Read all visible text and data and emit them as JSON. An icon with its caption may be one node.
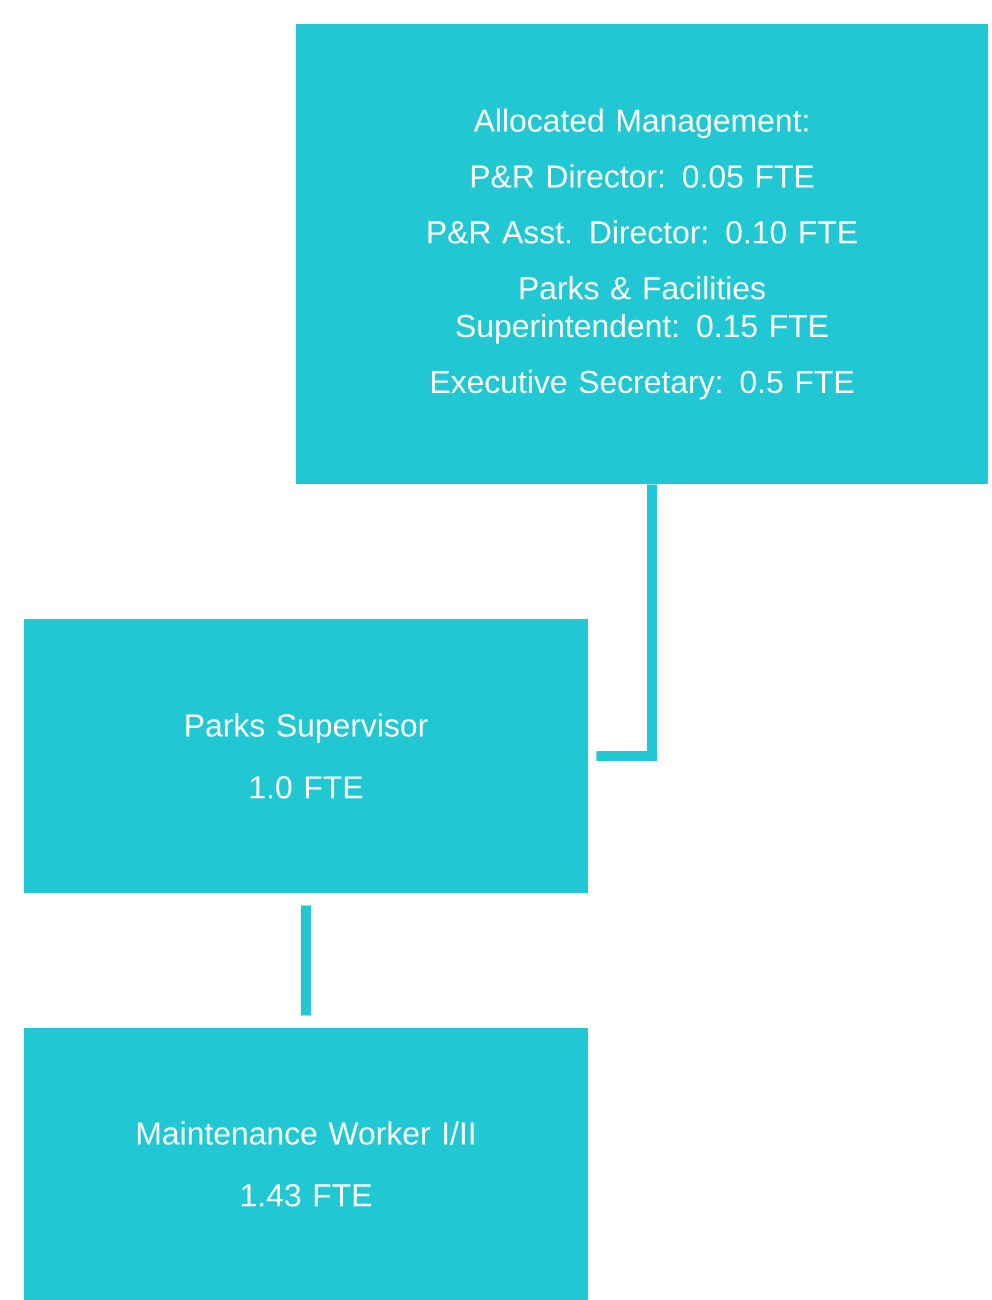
{
  "diagram": {
    "nodes": [
      {
        "text": [
          "Allocated Management:",
          "P&R Director: 0.05 FTE",
          "P&R Asst. Director: 0.10 FTE",
          "Parks & Facilities Superintendent: 0.15 FTE",
          "Executive Secretary: 0.5 FTE"
        ]
      },
      {
        "text": [
          "Parks Supervisor",
          "1.0 FTE"
        ]
      },
      {
        "text": [
          "Maintenance Worker I/II",
          "1.43 FTE"
        ]
      }
    ],
    "edges": [
      {
        "from": 0,
        "to": 1,
        "arrow": "none"
      },
      {
        "from": 1,
        "to": 2,
        "arrow": "none"
      }
    ]
  }
}
